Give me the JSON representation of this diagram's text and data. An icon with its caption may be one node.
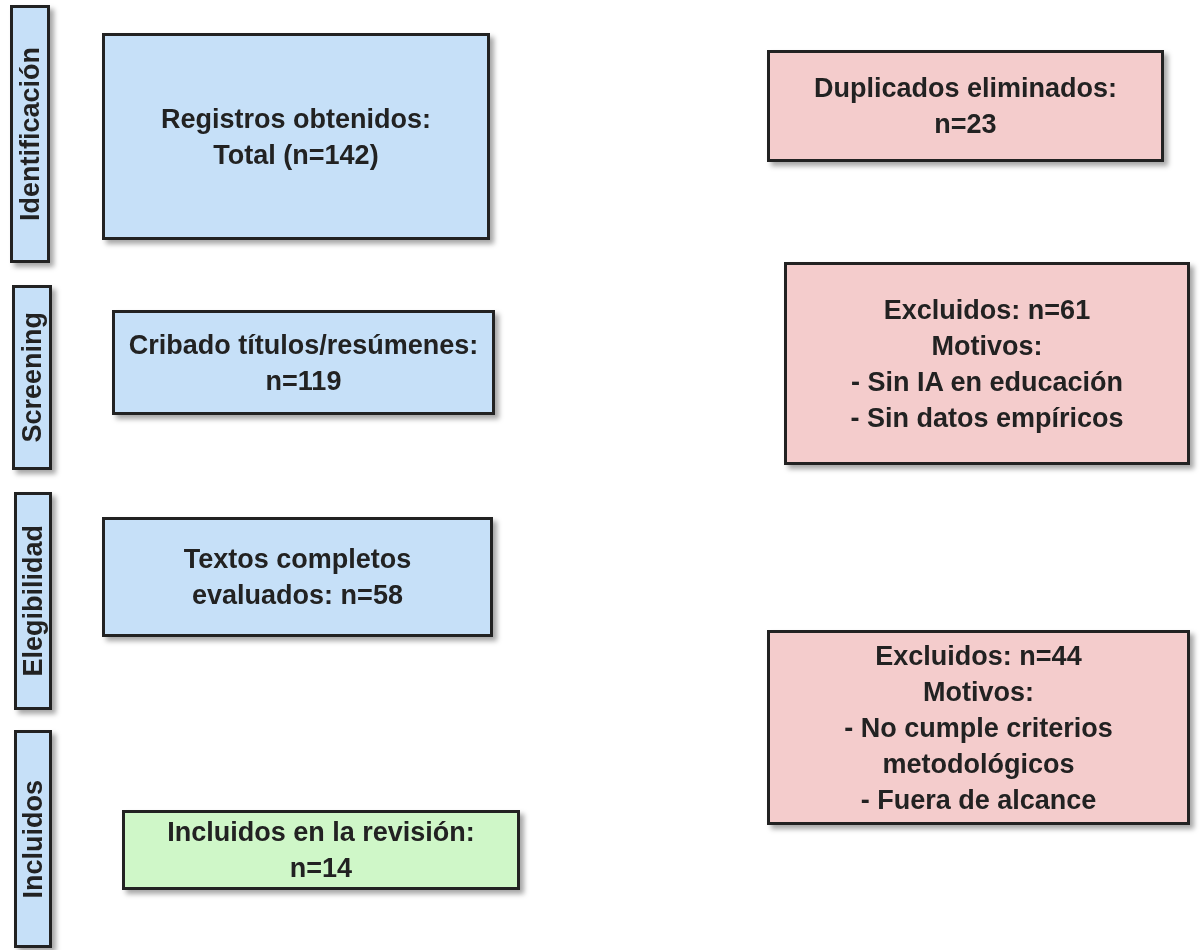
{
  "diagram": {
    "nodes": [
      {
        "text": [
          "Identificación"
        ]
      },
      {
        "text": [
          "Registros obtenidos:",
          "Total (n=142)"
        ]
      },
      {
        "text": [
          "Duplicados eliminados: n=23"
        ]
      },
      {
        "text": [
          "Screening"
        ]
      },
      {
        "text": [
          "Cribado títulos/resúmenes: n=119"
        ]
      },
      {
        "text": [
          "Excluidos: n=61",
          "Motivos:",
          "- Sin IA en educación",
          "- Sin datos empíricos"
        ]
      },
      {
        "text": [
          "Elegibilidad"
        ]
      },
      {
        "text": [
          "Textos completos evaluados: n=58"
        ]
      },
      {
        "text": [
          "Excluidos: n=44",
          "Motivos:",
          "- No cumple criterios metodológicos",
          "- Fuera de alcance"
        ]
      },
      {
        "text": [
          "Incluidos"
        ]
      },
      {
        "text": [
          "Incluidos en la revisión:",
          "n=14"
        ]
      }
    ],
    "edges": []
  }
}
